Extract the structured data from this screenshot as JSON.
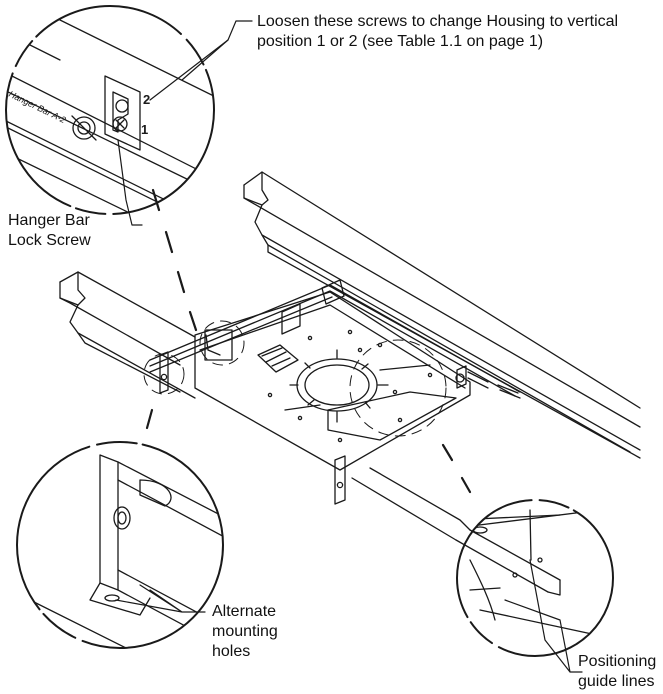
{
  "callouts": {
    "loosen_screws": {
      "line1": "Loosen these screws to change Housing to vertical",
      "line2": "position 1 or 2 (see Table 1.1 on page 1)"
    },
    "hanger_lock": {
      "line1": "Hanger Bar",
      "line2": "Lock Screw"
    },
    "alternate_holes": {
      "line1": "Alternate",
      "line2": "mounting",
      "line3": "holes"
    },
    "positioning_lines": {
      "line1": "Positioning",
      "line2": "guide lines"
    }
  },
  "detail_top": {
    "bar_text": "Hanger Bar A-2",
    "pos_1": "1",
    "pos_2": "2"
  },
  "colors": {
    "line": "#1a1a1a",
    "background": "#ffffff"
  }
}
